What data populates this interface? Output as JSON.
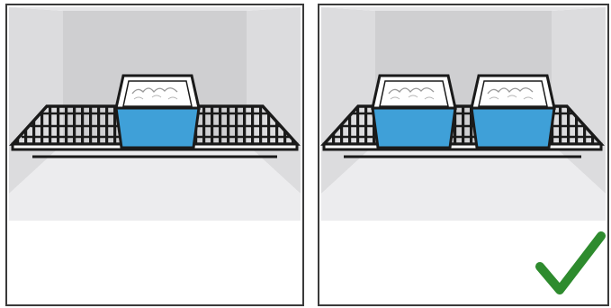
{
  "panels": [
    {
      "id": "left",
      "loaf_pans": 1,
      "checkmark": false
    },
    {
      "id": "right",
      "loaf_pans": 2,
      "checkmark": true
    }
  ],
  "colors": {
    "frame": "#3a3a3a",
    "oven_back": "#cfcfd1",
    "oven_side": "#dcdcde",
    "oven_floor": "#ececee",
    "rack": "#1a1a1a",
    "pan_fill": "#3fa0d8",
    "pan_outline": "#1a1a1a",
    "dough": "#f2f2f2",
    "checkmark": "#2e8b2e"
  },
  "icons": {
    "checkmark": "checkmark-icon"
  }
}
